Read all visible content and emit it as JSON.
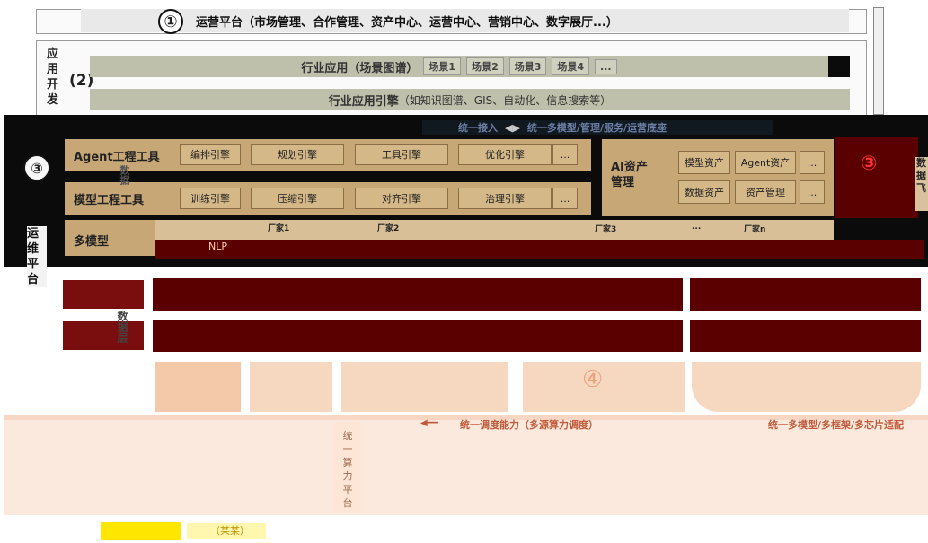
{
  "top": {
    "badge": "①",
    "title": "运营平台（市场管理、合作管理、资产中心、运营中心、营销中心、数字展厅...）"
  },
  "app_dev": {
    "label_chars": [
      "应",
      "用",
      "开",
      "发"
    ],
    "badge": "(2)",
    "industry_app": "行业应用（场景图谱）",
    "scenes": [
      "场景1",
      "场景2",
      "场景3",
      "场景4",
      "..."
    ],
    "engine_title": "行业应用引擎",
    "engine_desc": "（如知识图谱、GIS、自动化、信息搜索等）"
  },
  "unified_bar": {
    "left": "统一接入",
    "right": "统一多模型/管理/服务/运营底座"
  },
  "platform": {
    "badge": "③",
    "side_chars": [
      "运",
      "维",
      "平",
      "台"
    ],
    "agent_tools": {
      "label": "Agent工程工具",
      "items": [
        "编排引擎",
        "规划引擎",
        "工具引擎",
        "优化引擎",
        "..."
      ]
    },
    "model_tools": {
      "label": "模型工程工具",
      "items": [
        "训练引擎",
        "压缩引擎",
        "对齐引擎",
        "治理引擎",
        "..."
      ]
    },
    "multi_model": {
      "label": "多模型",
      "vendors": [
        "厂家1",
        "厂家2",
        "厂家3",
        "...",
        "厂家n"
      ],
      "nlp": "NLP"
    },
    "ai_assets": {
      "title": "AI资产管理",
      "items": [
        "模型资产",
        "Agent资产",
        "...",
        "数据资产",
        "资产管理",
        "..."
      ]
    },
    "right_badge": "③",
    "data_chars": [
      "数",
      "据"
    ],
    "right_side_chars": [
      "数",
      "据",
      "飞"
    ]
  },
  "lower": {
    "badge": "④",
    "left_chars": [
      "数",
      "据",
      "层"
    ],
    "mid": "统一调度能力（多源算力调度）",
    "right": "统一多模型/多框架/多芯片适配"
  },
  "bottom": {
    "vchars": [
      "统",
      "一",
      "算",
      "力",
      "平",
      "台"
    ],
    "label": "（某某）"
  },
  "colors": {
    "tan": "#c8a777",
    "dark": "#0b0b0b",
    "red": "#5a0000",
    "peach": "#f6d7c0",
    "yellow": "#ffe600",
    "gray": "#bfc0ac"
  }
}
